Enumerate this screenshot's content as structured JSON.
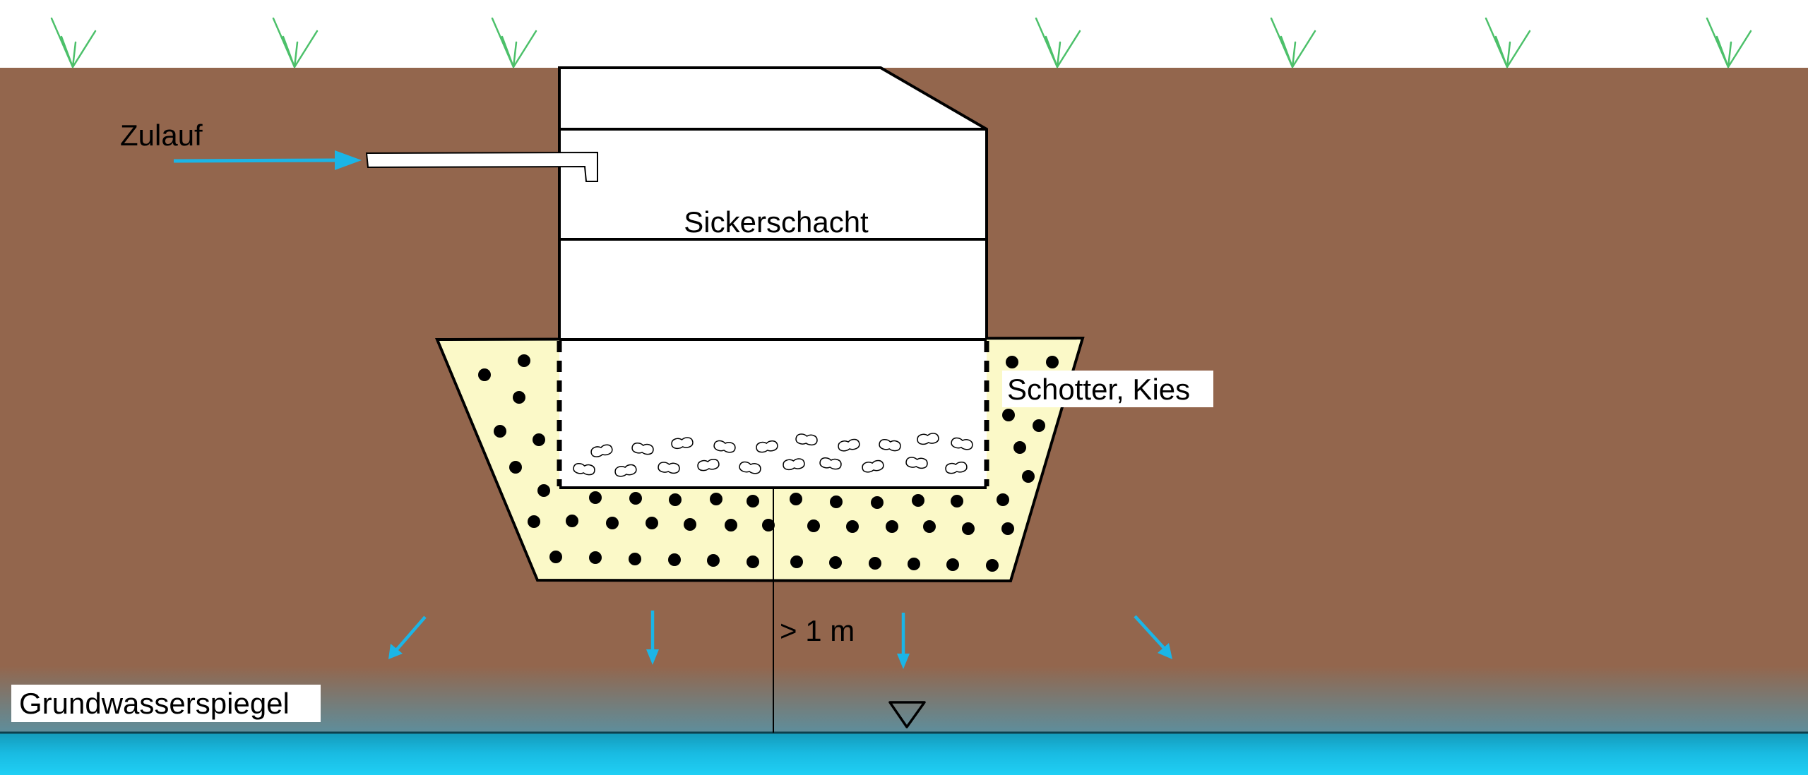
{
  "labels": {
    "inflow": "Zulauf",
    "shaft": "Sickerschacht",
    "gravel": "Schotter, Kies",
    "distance": "> 1 m",
    "groundwater": "Grundwasserspiegel"
  },
  "colors": {
    "soil": "#93664D",
    "gravel_fill": "#FBF9C8",
    "water": "#1CC3EA",
    "arrow": "#1BB5E6",
    "grass": "#4CC06A",
    "shaft": "#FFFFFF",
    "outline": "#000000"
  },
  "icons": {
    "water_level_marker": "inverted-triangle-icon",
    "flow_arrow": "arrow-icon",
    "grass": "grass-tuft-icon"
  }
}
